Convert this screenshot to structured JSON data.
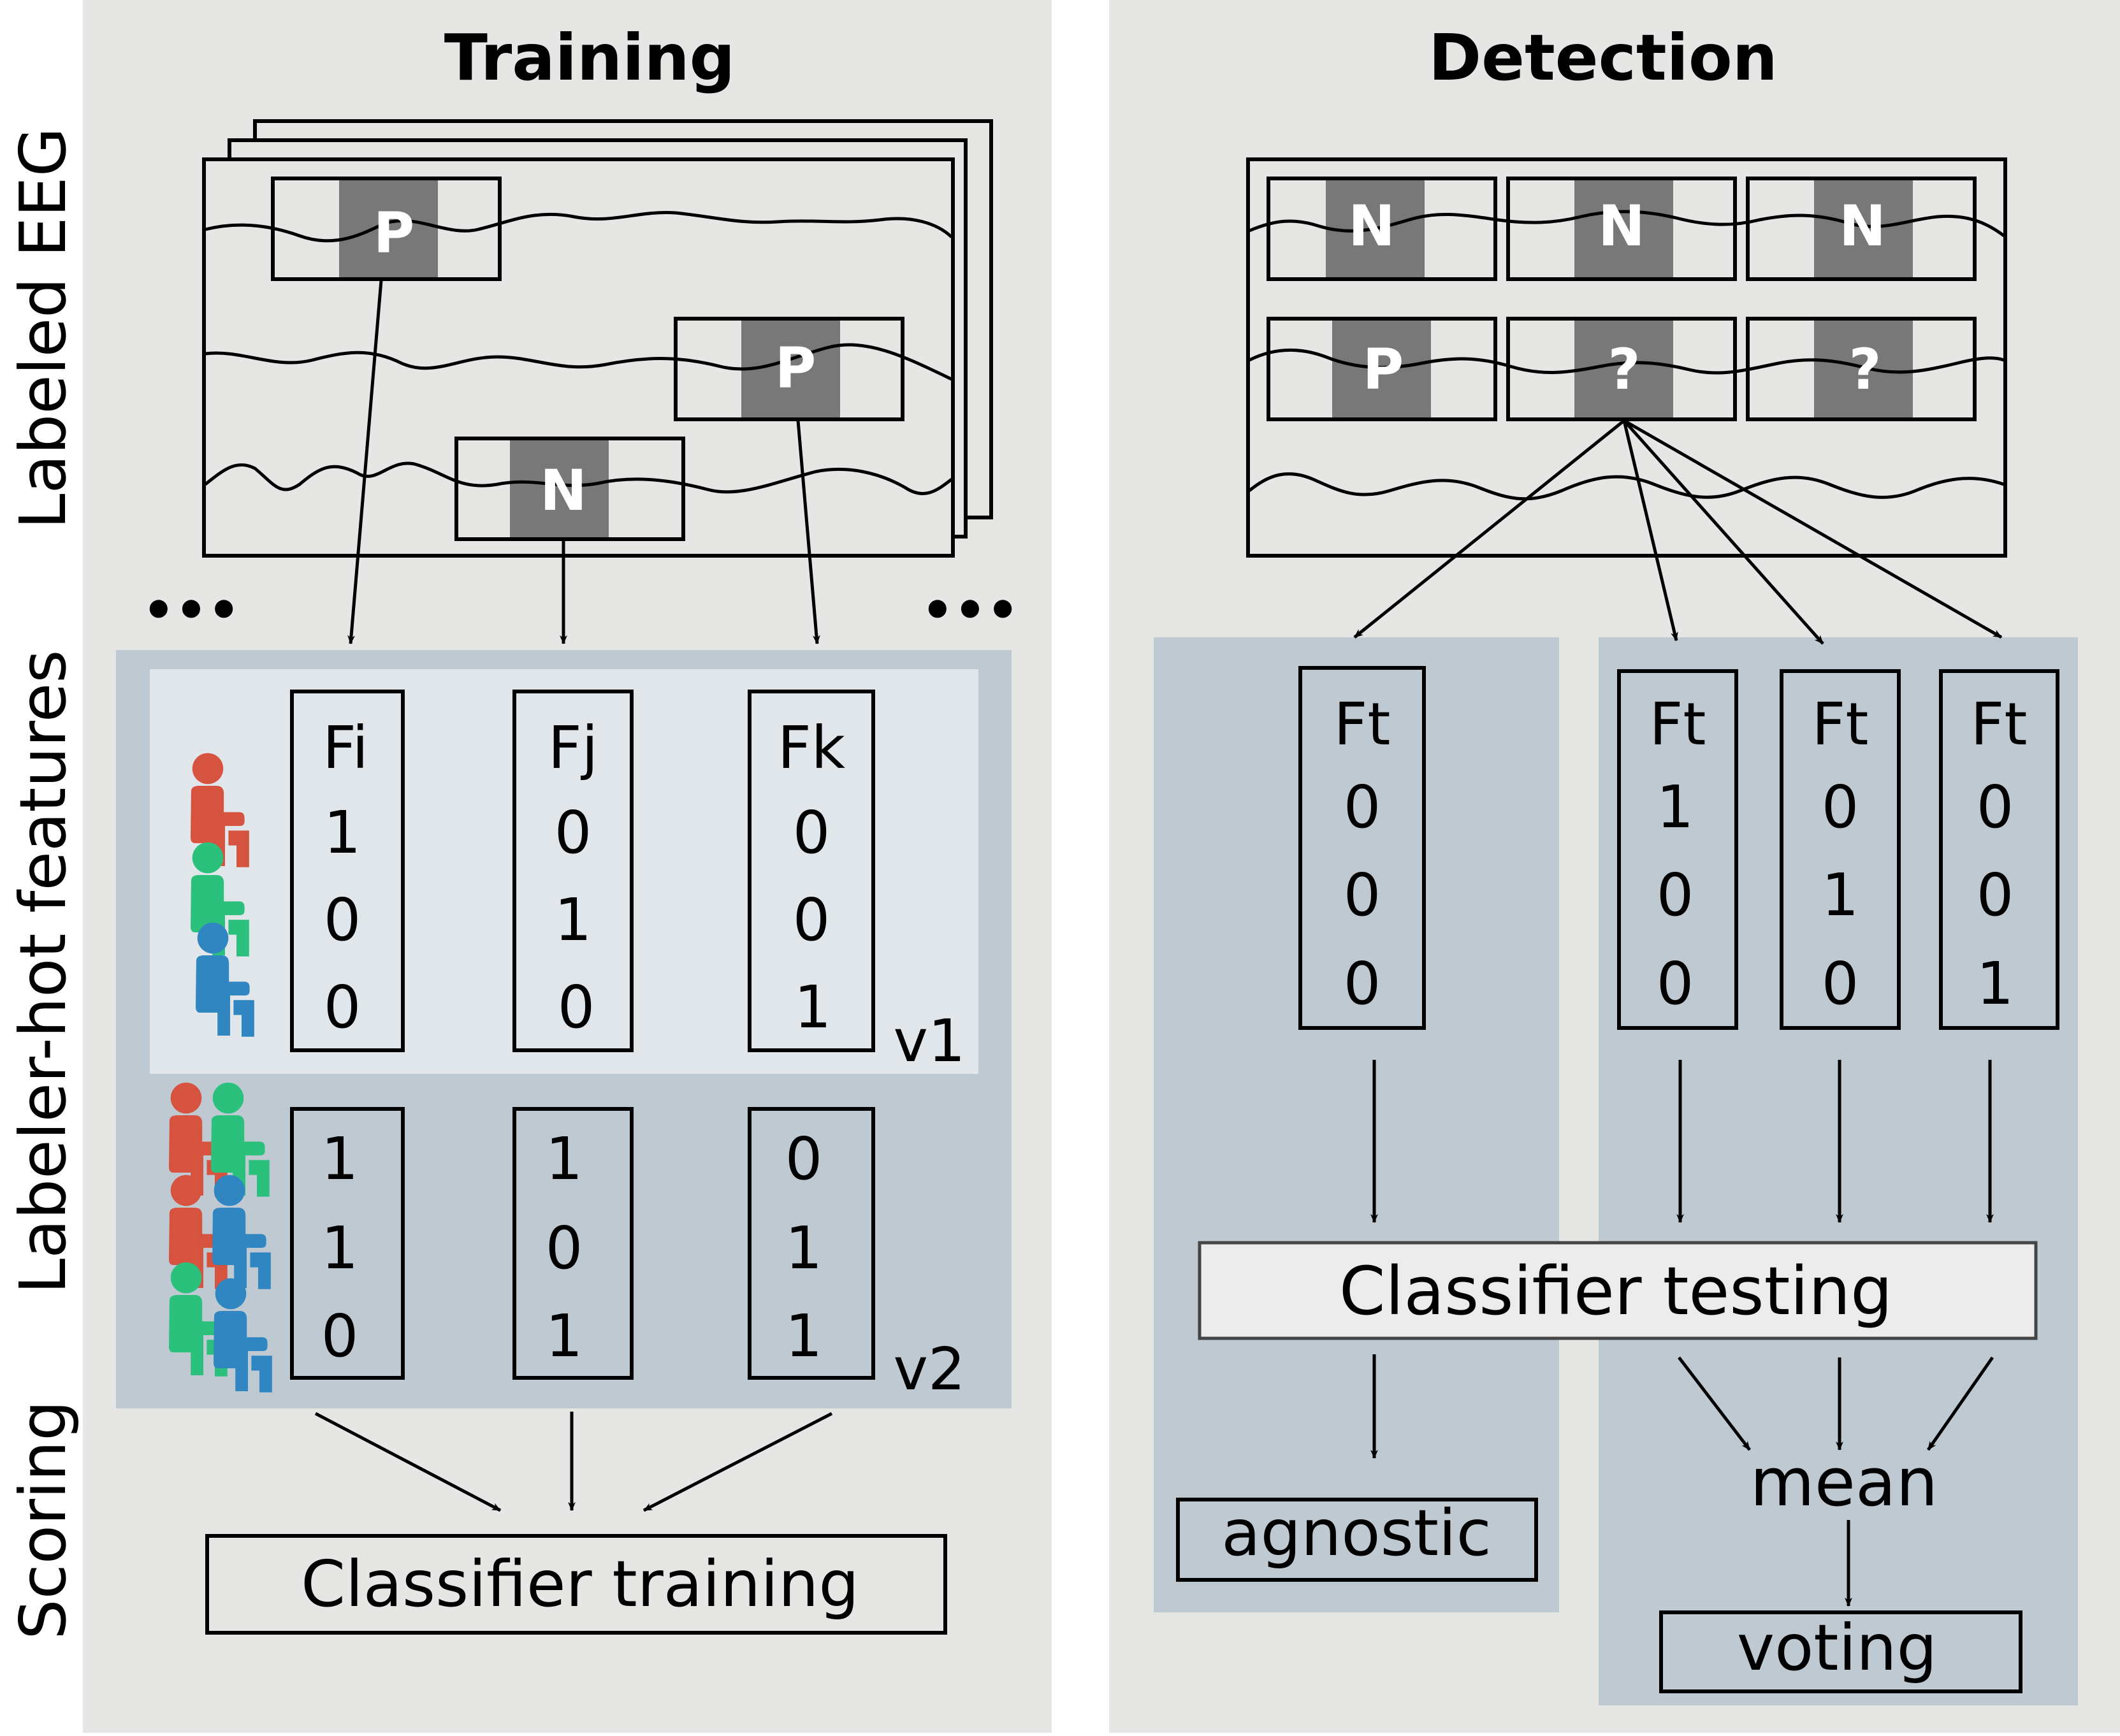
{
  "panels": {
    "training_title": "Training",
    "detection_title": "Detection"
  },
  "row_labels": {
    "labeled_eeg": "Labeled EEG",
    "labeler_hot_features": "Labeler-hot features",
    "scoring": "Scoring"
  },
  "training": {
    "eeg_labels": [
      "P",
      "P",
      "N"
    ],
    "ellipsis_left": "•••",
    "ellipsis_right": "•••",
    "columns": [
      {
        "header": "Fi",
        "v1": [
          "1",
          "0",
          "0"
        ],
        "v2": [
          "1",
          "1",
          "0"
        ]
      },
      {
        "header": "Fj",
        "v1": [
          "0",
          "1",
          "0"
        ],
        "v2": [
          "1",
          "0",
          "1"
        ]
      },
      {
        "header": "Fk",
        "v1": [
          "0",
          "0",
          "1"
        ],
        "v2": [
          "0",
          "1",
          "1"
        ]
      }
    ],
    "version_labels": [
      "v1",
      "v2"
    ],
    "classifier": "Classifier training",
    "labeler_colors": [
      "#d65340",
      "#2bc17d",
      "#2f86c1"
    ]
  },
  "detection": {
    "eeg_row1": [
      "N",
      "N",
      "N"
    ],
    "eeg_row2": [
      "P",
      "?",
      "?"
    ],
    "agnostic_vector": {
      "header": "Ft",
      "values": [
        "0",
        "0",
        "0"
      ]
    },
    "voting_vectors": [
      {
        "header": "Ft",
        "values": [
          "1",
          "0",
          "0"
        ]
      },
      {
        "header": "Ft",
        "values": [
          "0",
          "1",
          "0"
        ]
      },
      {
        "header": "Ft",
        "values": [
          "0",
          "0",
          "1"
        ]
      }
    ],
    "classifier": "Classifier testing",
    "mean": "mean",
    "agnostic": "agnostic",
    "voting": "voting"
  },
  "colors": {
    "panel_bg": "#e6e6e5",
    "features_bg": "#bfc9d2",
    "v1_bg": "#e1e6ea",
    "label_block": "#787878",
    "classifier_testing_fill": "#ececec"
  }
}
